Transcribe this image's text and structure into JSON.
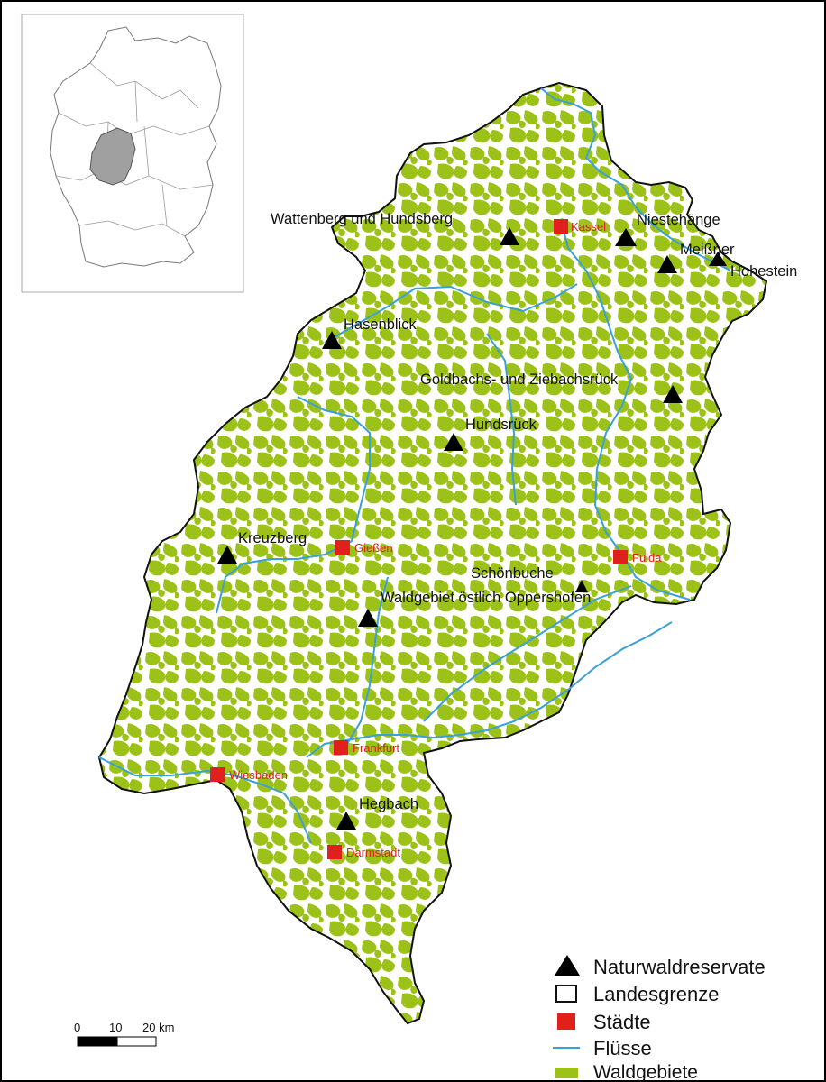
{
  "colors": {
    "forest": "#9cc21a",
    "river": "#3aa0d8",
    "city": "#e0201d",
    "reserve": "#000000",
    "border": "#111111",
    "inset_state": "#a0a0a0"
  },
  "reserves": [
    {
      "name": "Wattenberg und Hundsberg"
    },
    {
      "name": "Niestehänge"
    },
    {
      "name": "Meißner"
    },
    {
      "name": "Hohestein"
    },
    {
      "name": "Hasenblick"
    },
    {
      "name": "Goldbachs- und Ziebachsrück"
    },
    {
      "name": "Hundsrück"
    },
    {
      "name": "Kreuzberg"
    },
    {
      "name": "Schönbuche"
    },
    {
      "name": "Waldgebiet östlich Oppershofen"
    },
    {
      "name": "Hegbach"
    }
  ],
  "cities": [
    {
      "name": "Kassel"
    },
    {
      "name": "Gießen"
    },
    {
      "name": "Fulda"
    },
    {
      "name": "Frankfurt"
    },
    {
      "name": "Wiesbaden"
    },
    {
      "name": "Darmstadt"
    }
  ],
  "legend": {
    "reserves": "Naturwaldreservate",
    "border": "Landesgrenze",
    "cities": "Städte",
    "rivers": "Flüsse",
    "forest": "Waldgebiete"
  },
  "scale": {
    "tick0": "0",
    "tick1": "10",
    "tick2": "20 km"
  }
}
